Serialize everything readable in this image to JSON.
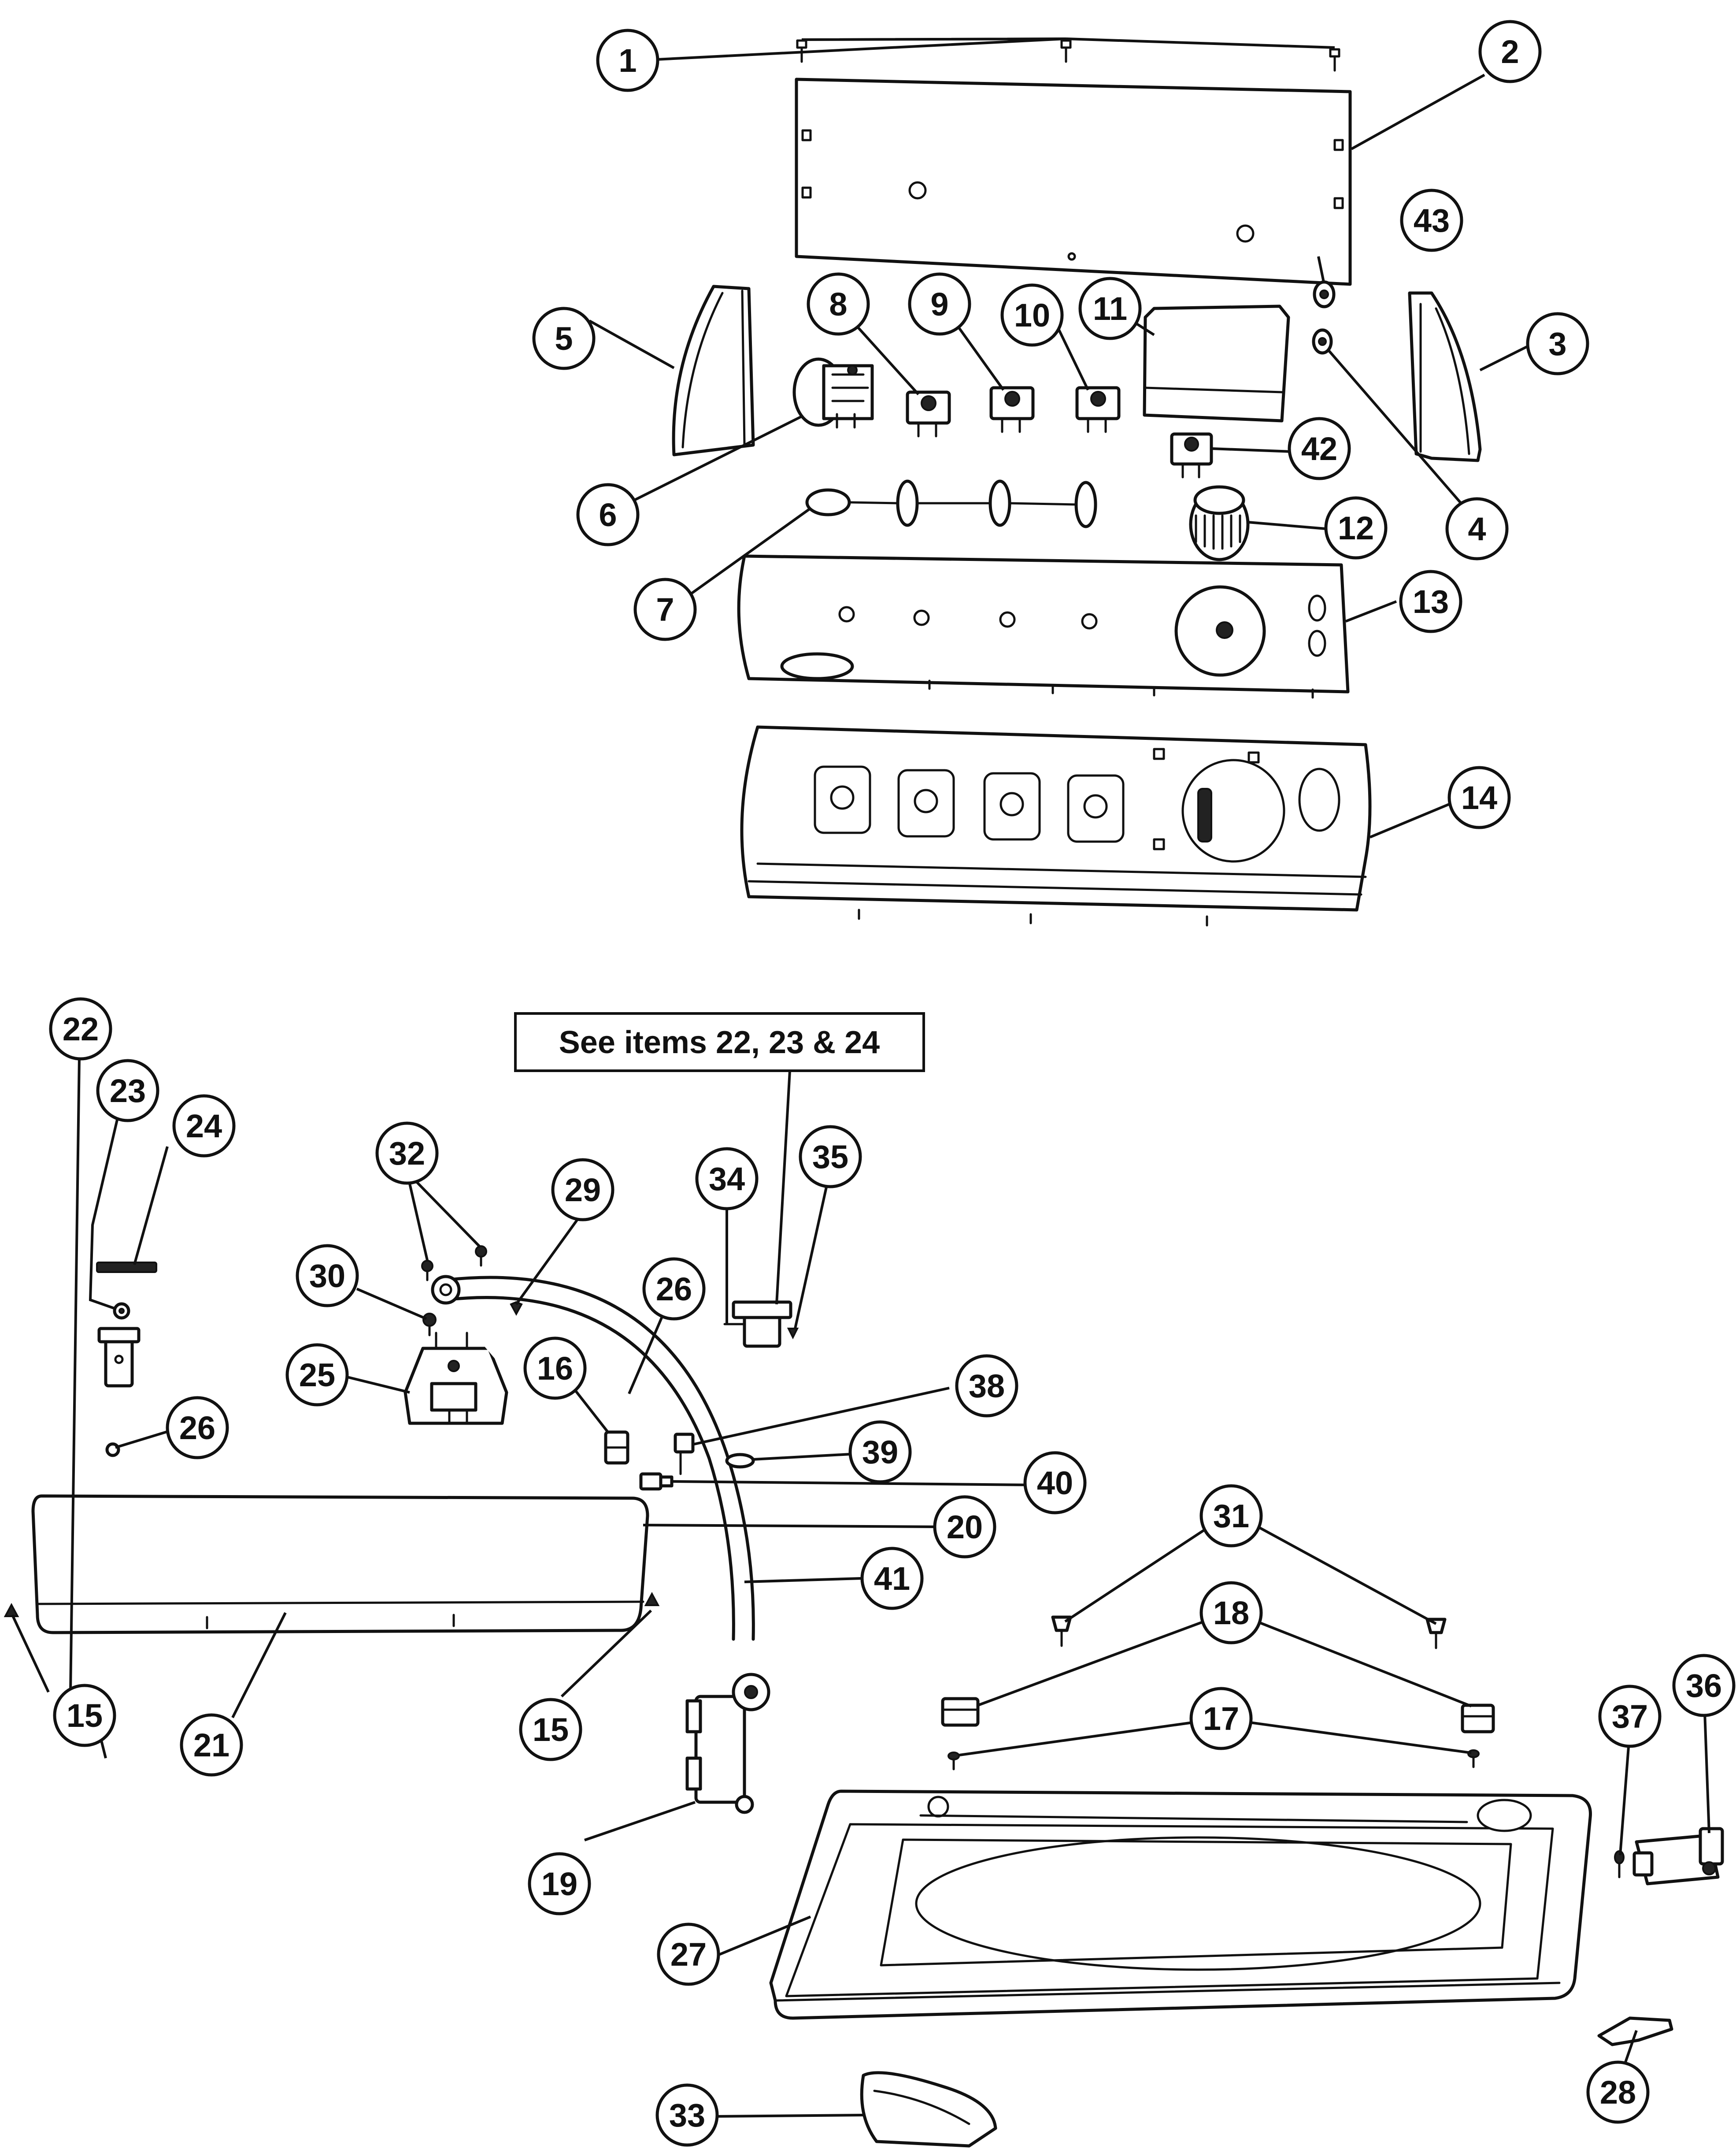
{
  "note": {
    "text": "See items 22, 23 & 24"
  },
  "callouts": [
    {
      "id": "c1",
      "label": "1"
    },
    {
      "id": "c2",
      "label": "2"
    },
    {
      "id": "c3",
      "label": "3"
    },
    {
      "id": "c4",
      "label": "4"
    },
    {
      "id": "c5",
      "label": "5"
    },
    {
      "id": "c6",
      "label": "6"
    },
    {
      "id": "c7",
      "label": "7"
    },
    {
      "id": "c8",
      "label": "8"
    },
    {
      "id": "c9",
      "label": "9"
    },
    {
      "id": "c10",
      "label": "10"
    },
    {
      "id": "c11",
      "label": "11"
    },
    {
      "id": "c12",
      "label": "12"
    },
    {
      "id": "c13",
      "label": "13"
    },
    {
      "id": "c14",
      "label": "14"
    },
    {
      "id": "c15a",
      "label": "15"
    },
    {
      "id": "c15b",
      "label": "15"
    },
    {
      "id": "c16",
      "label": "16"
    },
    {
      "id": "c17",
      "label": "17"
    },
    {
      "id": "c18",
      "label": "18"
    },
    {
      "id": "c19",
      "label": "19"
    },
    {
      "id": "c20",
      "label": "20"
    },
    {
      "id": "c21",
      "label": "21"
    },
    {
      "id": "c22",
      "label": "22"
    },
    {
      "id": "c23",
      "label": "23"
    },
    {
      "id": "c24",
      "label": "24"
    },
    {
      "id": "c25",
      "label": "25"
    },
    {
      "id": "c26a",
      "label": "26"
    },
    {
      "id": "c26b",
      "label": "26"
    },
    {
      "id": "c27",
      "label": "27"
    },
    {
      "id": "c28",
      "label": "28"
    },
    {
      "id": "c29",
      "label": "29"
    },
    {
      "id": "c30",
      "label": "30"
    },
    {
      "id": "c31",
      "label": "31"
    },
    {
      "id": "c32",
      "label": "32"
    },
    {
      "id": "c33",
      "label": "33"
    },
    {
      "id": "c34",
      "label": "34"
    },
    {
      "id": "c35",
      "label": "35"
    },
    {
      "id": "c36",
      "label": "36"
    },
    {
      "id": "c37",
      "label": "37"
    },
    {
      "id": "c38",
      "label": "38"
    },
    {
      "id": "c39",
      "label": "39"
    },
    {
      "id": "c40",
      "label": "40"
    },
    {
      "id": "c41",
      "label": "41"
    },
    {
      "id": "c42",
      "label": "42"
    },
    {
      "id": "c43",
      "label": "43"
    }
  ]
}
